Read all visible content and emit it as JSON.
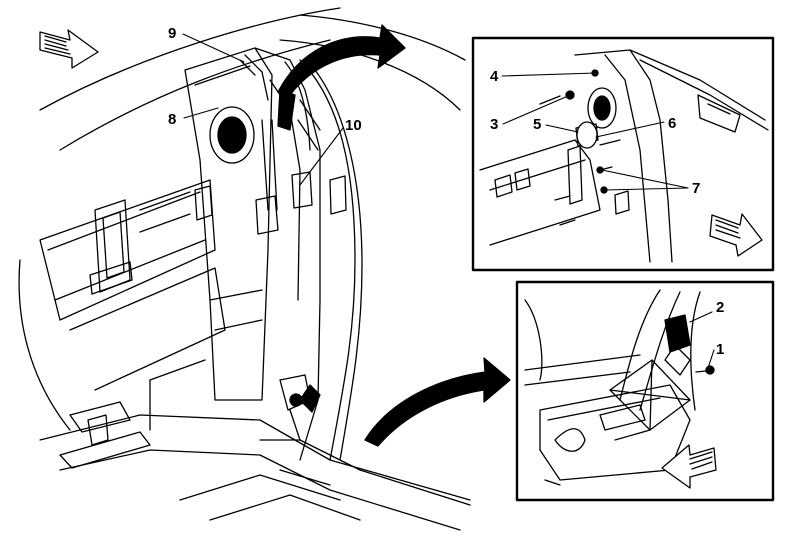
{
  "callouts": {
    "c1": "1",
    "c2": "2",
    "c3": "3",
    "c4": "4",
    "c5": "5",
    "c6": "6",
    "c7": "7",
    "c8": "8",
    "c9": "9",
    "c10": "10"
  },
  "colors": {
    "line": "#000000",
    "fill_dark": "#000000",
    "fill_light": "#ffffff"
  }
}
